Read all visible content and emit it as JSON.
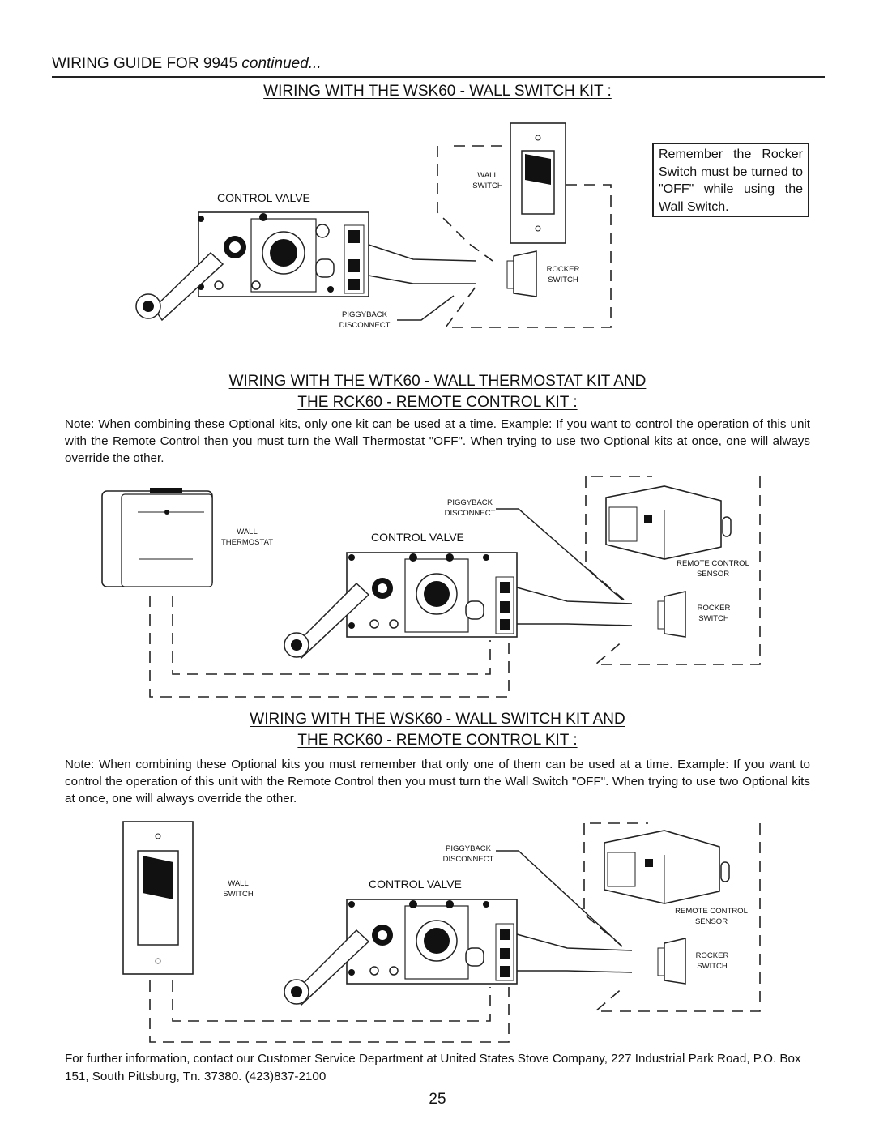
{
  "header": {
    "main": "WIRING GUIDE FOR 9945 ",
    "italic": "continued..."
  },
  "section1": {
    "title": "WIRING WITH THE WSK60 - WALL SWITCH KIT :",
    "control_valve": "CONTROL VALVE",
    "wall_switch": [
      "WALL",
      "SWITCH"
    ],
    "rocker_switch": [
      "ROCKER",
      "SWITCH"
    ],
    "piggyback": [
      "PIGGYBACK",
      "DISCONNECT"
    ],
    "reminder": "Remember the Rocker Switch must be turned to \"OFF\" while using the Wall Switch."
  },
  "section2": {
    "title_line1": "WIRING WITH THE WTK60 - WALL THERMOSTAT KIT AND",
    "title_line2": "THE RCK60 - REMOTE CONTROL KIT :",
    "note": "Note: When combining these Optional kits, only one kit can be used at a time. Example: If you want to control the operation of this unit with the Remote Control then you must turn the Wall Thermostat \"OFF\". When trying to use two Optional kits at once, one will always override the other.",
    "control_valve": "CONTROL VALVE",
    "wall_thermostat": [
      "WALL",
      "THERMOSTAT"
    ],
    "piggyback": [
      "PIGGYBACK",
      "DISCONNECT"
    ],
    "remote_sensor": [
      "REMOTE CONTROL",
      "SENSOR"
    ],
    "rocker_switch": [
      "ROCKER",
      "SWITCH"
    ]
  },
  "section3": {
    "title_line1": "WIRING WITH THE WSK60 - WALL SWITCH KIT AND",
    "title_line2": "THE RCK60 - REMOTE CONTROL KIT :",
    "note": "Note: When combining these Optional kits you must remember that only one of them can be used at a time. Example: If you want to control the operation of this unit with the Remote Control then you must turn the Wall Switch \"OFF\". When trying to use two Optional kits at once, one will always override the other.",
    "control_valve": "CONTROL VALVE",
    "wall_switch": [
      "WALL",
      "SWITCH"
    ],
    "piggyback": [
      "PIGGYBACK",
      "DISCONNECT"
    ],
    "remote_sensor": [
      "REMOTE CONTROL",
      "SENSOR"
    ],
    "rocker_switch": [
      "ROCKER",
      "SWITCH"
    ]
  },
  "footer": "For further information, contact our Customer Service Department at United States Stove Company, 227 Industrial Park Road, P.O. Box 151, South Pittsburg, Tn. 37380. (423)837-2100",
  "page_number": "25"
}
